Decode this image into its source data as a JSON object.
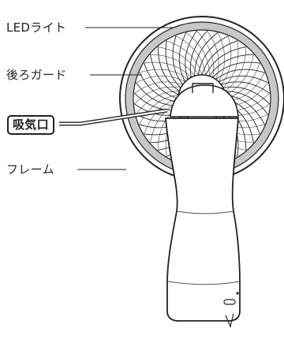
{
  "labels": {
    "led_light": "LEDライト",
    "rear_guard": "後ろガード",
    "intake": "吸気口",
    "frame": "フレーム"
  },
  "colors": {
    "line": "#222222",
    "frame_gray": "#bdbdbd",
    "body_white": "#ffffff"
  }
}
